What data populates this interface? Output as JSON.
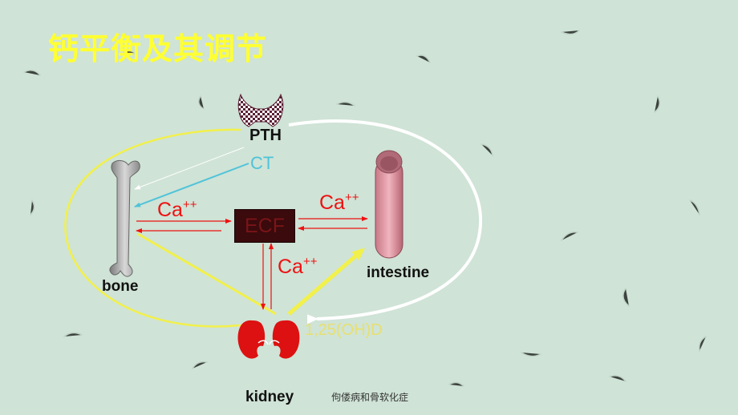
{
  "title": "钙平衡及其调节",
  "labels": {
    "pth": "PTH",
    "ct": "CT",
    "ecf": "ECF",
    "ca_left": "Ca",
    "ca_right": "Ca",
    "ca_mid": "Ca",
    "ca_charge": "++",
    "bone": "bone",
    "intestine": "intestine",
    "kidney": "kidney",
    "vitamin_d": "1,25(OH)D"
  },
  "footer": "佝偻病和骨软化症",
  "colors": {
    "title": "#ffff33",
    "ca_arrows": "#ee1111",
    "pth_loop": "#ffffff",
    "ct_arrow": "#4fc3d9",
    "vitd_loop": "#f2f04a",
    "ecf_fill": "#3a0a0c",
    "kidney": "#dd1111",
    "intestine": "#d98e9a"
  },
  "icons": [
    "thyroid-icon",
    "bone-icon",
    "intestine-icon",
    "kidney-icon"
  ]
}
